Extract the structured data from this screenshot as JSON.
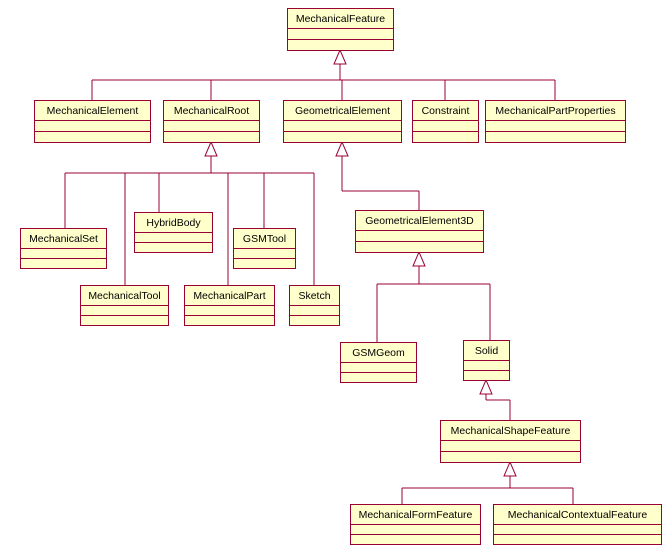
{
  "colors": {
    "box_fill": "#FFFFCC",
    "box_stroke": "#990033",
    "line_stroke": "#990033",
    "text": "#000000"
  },
  "classes": [
    {
      "id": "mechanical-feature",
      "label": "MechanicalFeature"
    },
    {
      "id": "mechanical-element",
      "label": "MechanicalElement"
    },
    {
      "id": "mechanical-root",
      "label": "MechanicalRoot"
    },
    {
      "id": "geometrical-element",
      "label": "GeometricalElement"
    },
    {
      "id": "constraint",
      "label": "Constraint"
    },
    {
      "id": "mechanical-part-properties",
      "label": "MechanicalPartProperties"
    },
    {
      "id": "mechanical-set",
      "label": "MechanicalSet"
    },
    {
      "id": "hybrid-body",
      "label": "HybridBody"
    },
    {
      "id": "gsm-tool",
      "label": "GSMTool"
    },
    {
      "id": "mechanical-tool",
      "label": "MechanicalTool"
    },
    {
      "id": "mechanical-part",
      "label": "MechanicalPart"
    },
    {
      "id": "sketch",
      "label": "Sketch"
    },
    {
      "id": "geometrical-element-3d",
      "label": "GeometricalElement3D"
    },
    {
      "id": "gsm-geom",
      "label": "GSMGeom"
    },
    {
      "id": "solid",
      "label": "Solid"
    },
    {
      "id": "mechanical-shape-feature",
      "label": "MechanicalShapeFeature"
    },
    {
      "id": "mechanical-form-feature",
      "label": "MechanicalFormFeature"
    },
    {
      "id": "mechanical-contextual-feature",
      "label": "MechanicalContextualFeature"
    }
  ],
  "inheritance": [
    {
      "parent": "mechanical-feature",
      "children": [
        "mechanical-element",
        "mechanical-root",
        "geometrical-element",
        "constraint",
        "mechanical-part-properties"
      ]
    },
    {
      "parent": "mechanical-root",
      "children": [
        "mechanical-set",
        "mechanical-tool",
        "hybrid-body",
        "mechanical-part",
        "gsm-tool",
        "sketch"
      ]
    },
    {
      "parent": "geometrical-element",
      "children": [
        "geometrical-element-3d"
      ]
    },
    {
      "parent": "geometrical-element-3d",
      "children": [
        "gsm-geom",
        "solid"
      ]
    },
    {
      "parent": "solid",
      "children": [
        "mechanical-shape-feature"
      ]
    },
    {
      "parent": "mechanical-shape-feature",
      "children": [
        "mechanical-form-feature",
        "mechanical-contextual-feature"
      ]
    }
  ]
}
